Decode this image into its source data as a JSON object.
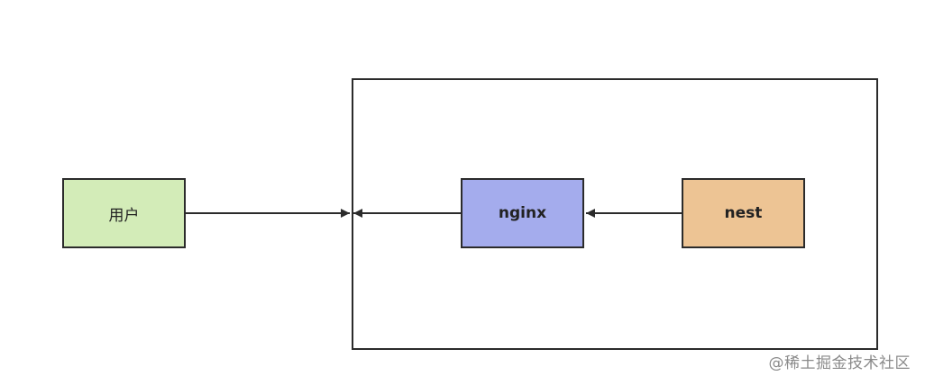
{
  "diagram": {
    "nodes": [
      {
        "id": "user",
        "label": "用户",
        "fill": "#d3ecb8"
      },
      {
        "id": "nginx",
        "label": "nginx",
        "fill": "#a4aced"
      },
      {
        "id": "nest",
        "label": "nest",
        "fill": "#edc494"
      }
    ],
    "edges": [
      {
        "from": "user",
        "to": "container"
      },
      {
        "from": "nginx",
        "to": "container"
      },
      {
        "from": "nest",
        "to": "nginx"
      }
    ],
    "stroke_color": "#2b2b2b"
  },
  "watermark": "@稀土掘金技术社区"
}
